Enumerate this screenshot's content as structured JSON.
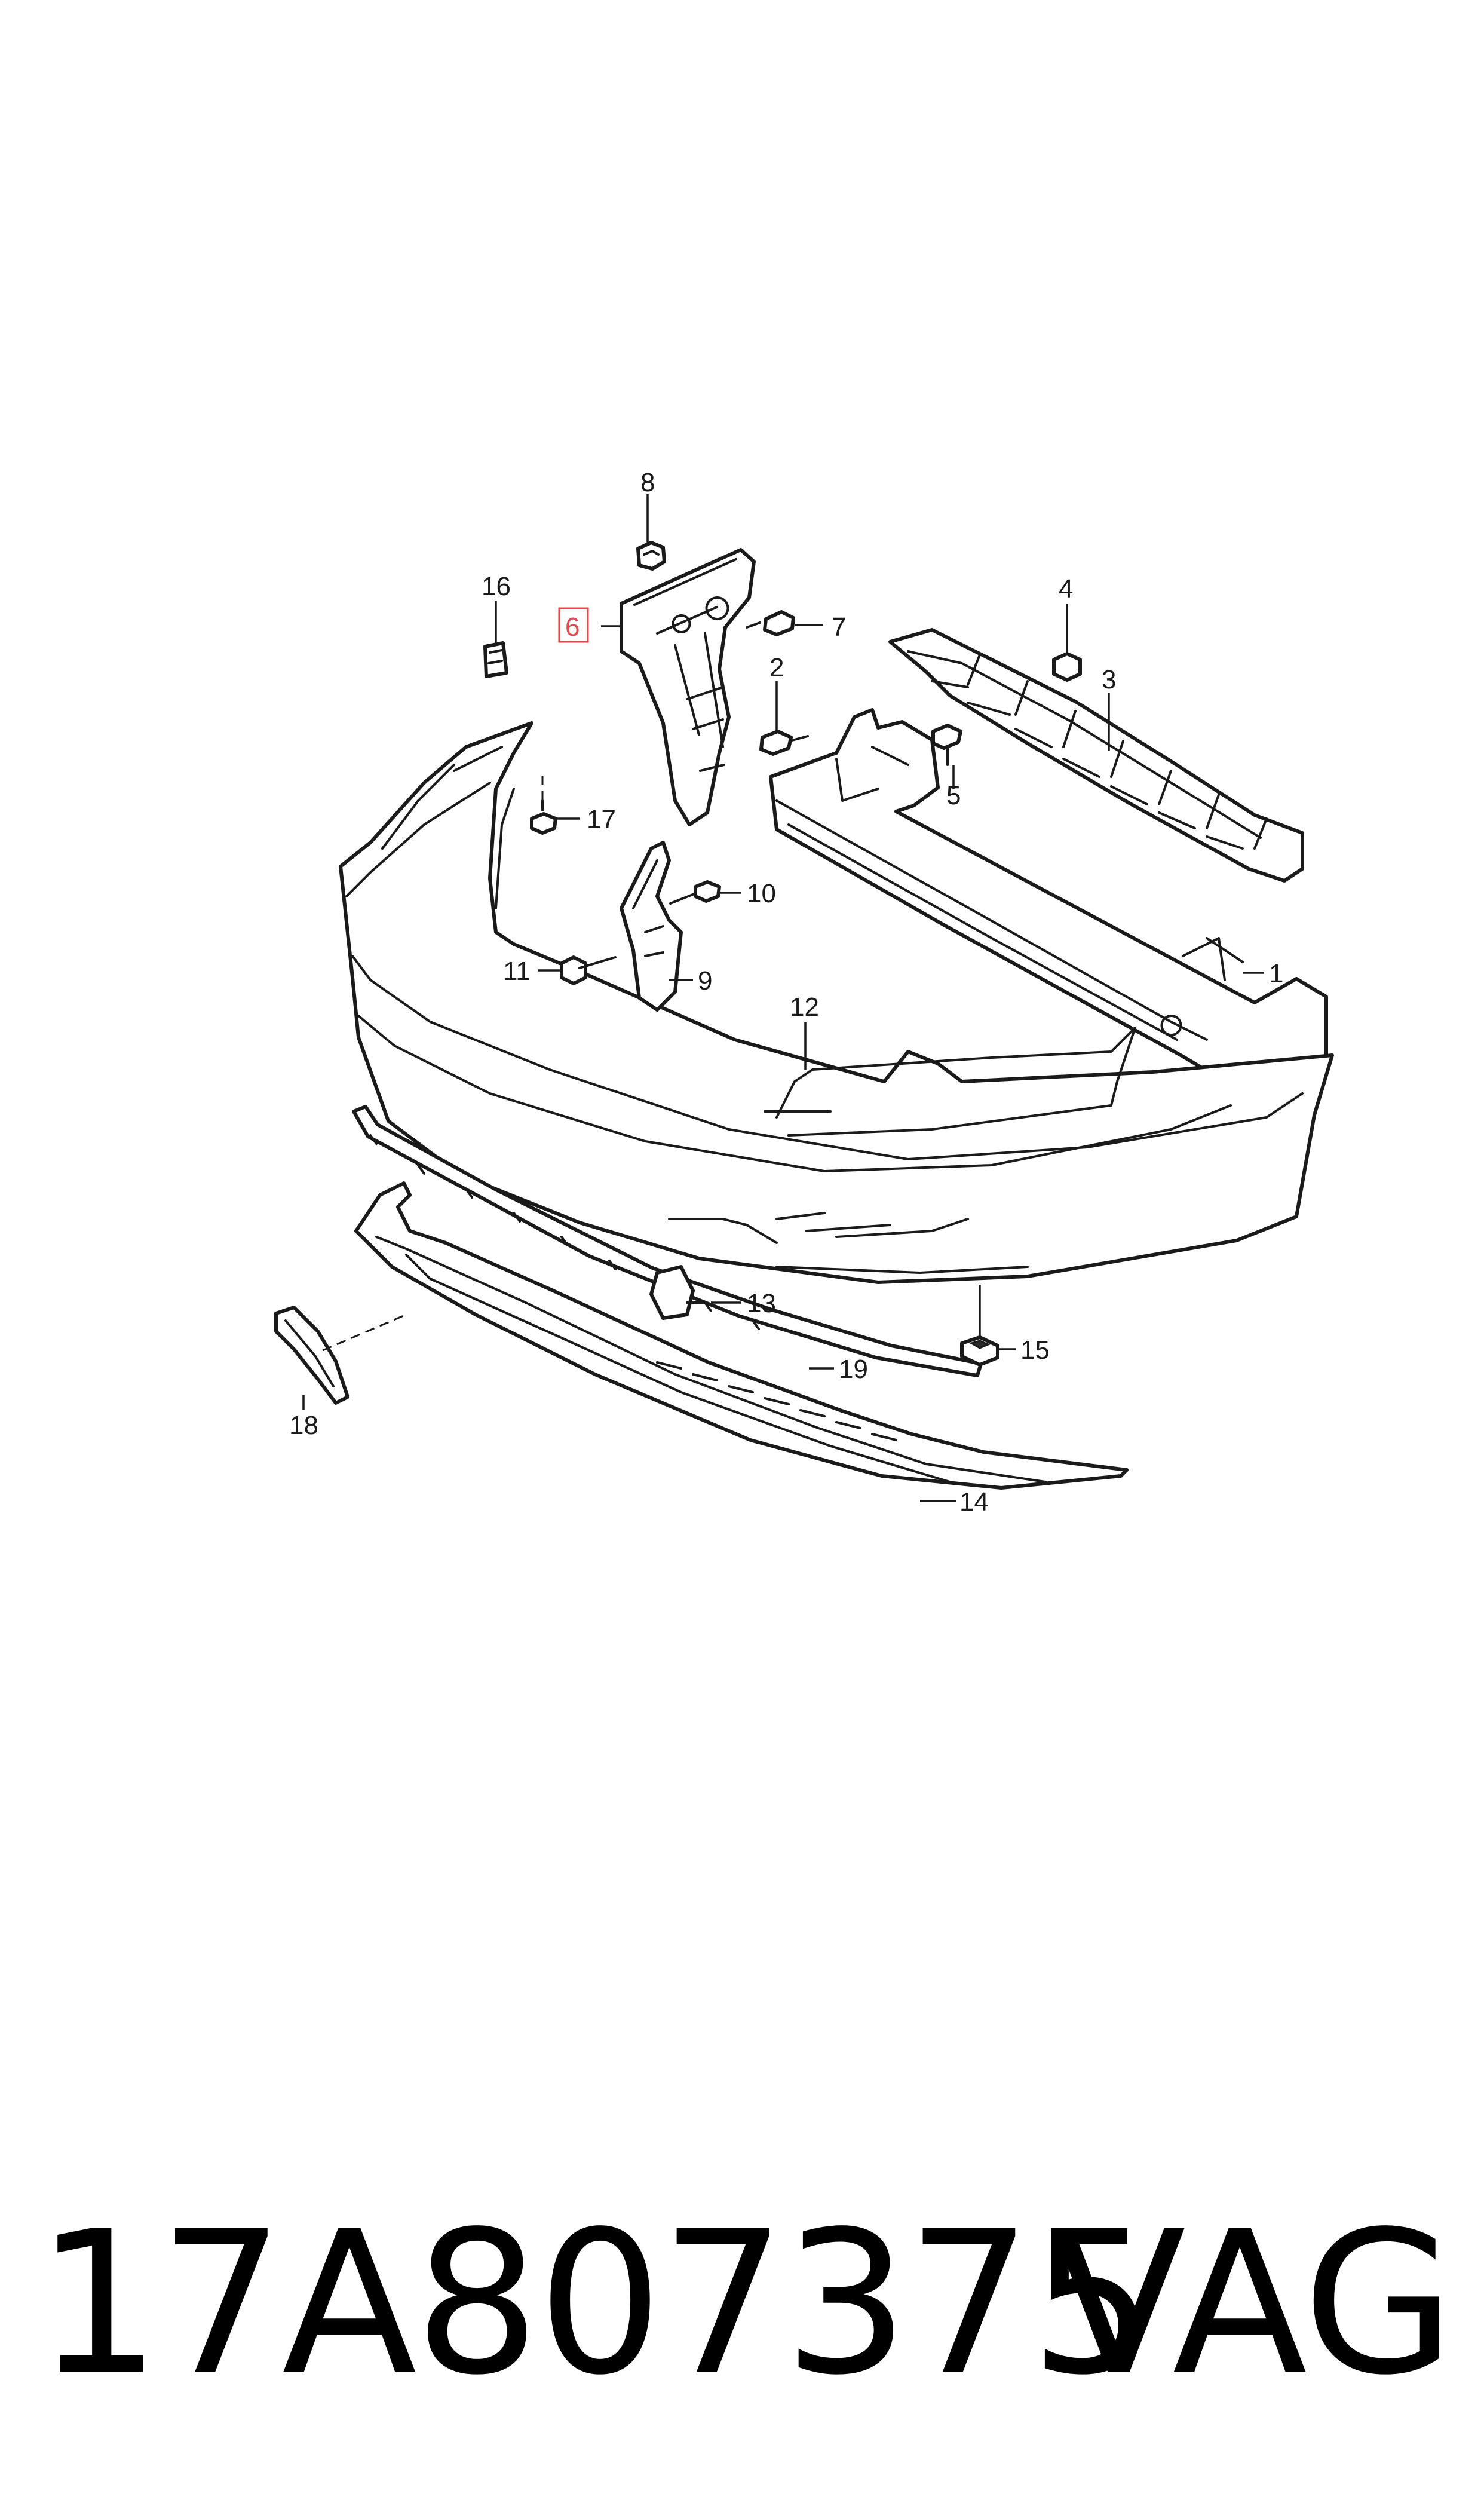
{
  "callouts": {
    "c1": "1",
    "c2": "2",
    "c3": "3",
    "c4": "4",
    "c5": "5",
    "c6": "6",
    "c7": "7",
    "c8": "8",
    "c9": "9",
    "c10": "10",
    "c11": "11",
    "c12": "12",
    "c13": "13",
    "c14": "14",
    "c15": "15",
    "c16": "16",
    "c17": "17",
    "c18": "18",
    "c19": "19"
  },
  "highlighted_callout": "6",
  "highlight_color": "#e0484e",
  "footer": {
    "part_number": "17A807375",
    "brand": "VAG"
  }
}
